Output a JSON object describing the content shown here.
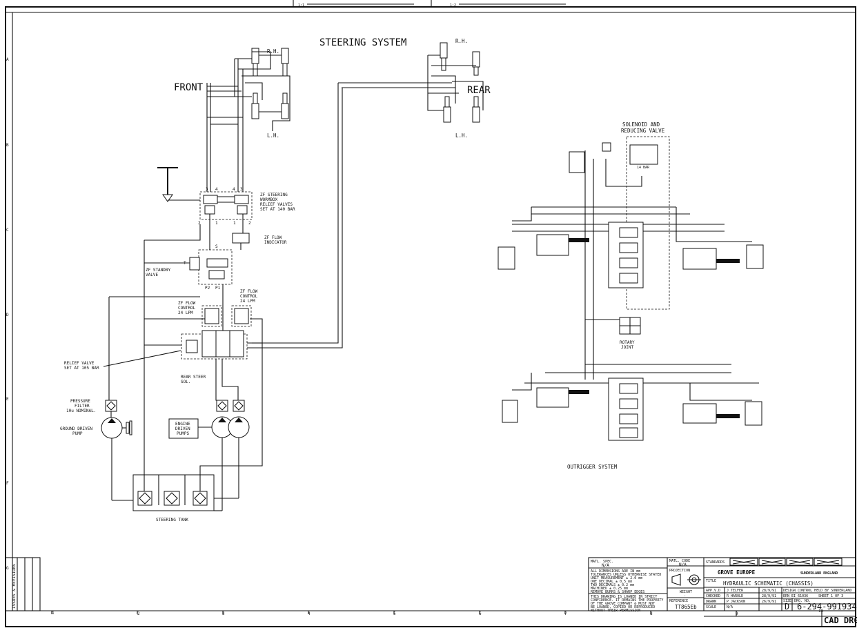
{
  "title": "STEERING SYSTEM",
  "front_label": "FRONT",
  "rear_label": "REAR",
  "rh_label": "R.H.",
  "lh_label": "L.H.",
  "outrigger_title": "OUTRIGGER SYSTEM",
  "components": {
    "zf_wormbox": [
      "ZF STEERING",
      "WORMBOX",
      "RELIEF VALVES",
      "SET AT 140 BAR"
    ],
    "zf_flow_indicator": [
      "ZF FLOW",
      "INDICATOR"
    ],
    "zf_standby": [
      "ZF STANDBY",
      "VALVE"
    ],
    "flow_control_left": [
      "ZF FLOW",
      "CONTROL",
      "24 LPM"
    ],
    "flow_control_right": [
      "ZF FLOW",
      "CONTROL",
      "24 LPM"
    ],
    "relief_valve": [
      "RELIEF VALVE",
      "SET AT 105 BAR"
    ],
    "rear_steer_sol": [
      "REAR STEER",
      "SOL."
    ],
    "pressure_filter": [
      "PRESSURE",
      "FILTER",
      "10u NOMINAL."
    ],
    "ground_pump": [
      "GROUND DRIVEN",
      "PUMP"
    ],
    "engine_pumps": [
      "ENGINE",
      "DRIVEN",
      "PUMPS"
    ],
    "steering_tank": "STEERING TANK",
    "solenoid_valve": [
      "SOLENOID AND",
      "REDUCING VALVE"
    ],
    "bar_14": "14 BAR",
    "rotary_joint": [
      "ROTARY",
      "JOINT"
    ]
  },
  "port_labels": {
    "wormbox_top": [
      "3",
      "4",
      "4",
      "3"
    ],
    "wormbox_bottom": [
      "2",
      "1",
      "1",
      "2"
    ],
    "standby": [
      "S",
      "T",
      "P2",
      "P1"
    ]
  },
  "scale_labels": [
    "1:1",
    "1:2"
  ],
  "column_numbers": [
    "1",
    "2",
    "3",
    "4",
    "5",
    "6",
    "7",
    "8",
    "9",
    "10"
  ],
  "row_letters": [
    "A",
    "B",
    "C",
    "D",
    "E",
    "F",
    "G"
  ],
  "revisions_label": "ISSUES & REVISIONS",
  "title_block": {
    "matl_spec_label": "MATL. SPEC.",
    "matl_spec": "N/A",
    "matl_code_label": "MATL. CODE",
    "matl_code": "N/A",
    "projection_label": "PROJECTION",
    "weight_label": "WEIGHT",
    "weight": "-",
    "reference_label": "REFERENCE",
    "reference": "TT865Eb",
    "standards_label": "STANDARDS",
    "company": "GROVE EUROPE",
    "location": "SUNDERLAND ENGLAND",
    "title_label": "TITLE",
    "drawing_title": "HYDRAULIC SCHEMATIC (CHASSIS)",
    "app_label": "APP.V.D",
    "app_name": "J TELFER",
    "app_date": "28/9/91",
    "checked_label": "CHECKED",
    "checked_name": "R HAROLD",
    "checked_date": "28/9/91",
    "drawn_label": "DRAWN",
    "drawn_name": "P JACKSON",
    "drawn_date": "26/9/91",
    "scale_label": "SCALE",
    "scale": "N/A",
    "design_control": "DESIGN CONTROL HELD BY SUNDERLAND",
    "ern": "ERN  EI 61036",
    "sheet": "SHEET 1 OF 3",
    "size_label": "SIZE",
    "size": "D",
    "drg_label": "DRG. NO.",
    "drg_no": "6-294-991934",
    "cad": "CAD DRG",
    "notes": [
      "ALL DIMENSIONS ARE IN mm",
      "TOLERANCES UNLESS OTHERWISE STATED",
      "UNIT MEASUREMENT      ± 2.0 mm",
      "ONE DECIMAL          ± 0.5 mm",
      "TWO DECIMALS         ± 0.2 mm",
      "MACHINED             ± 0.25 mm",
      "REMOVE BURRS & SHARP EDGES"
    ],
    "loan_notes": [
      "THIS DRAWING IS LOANED IN STRICT",
      "CONFIDENCE. IT REMAINS THE PROPERTY",
      "OF THE GROVE COMPANY & MUST NOT",
      "BE LOANED, COPIED OR REPRODUCED",
      "WITHOUT THEIR PERMISSION"
    ]
  }
}
